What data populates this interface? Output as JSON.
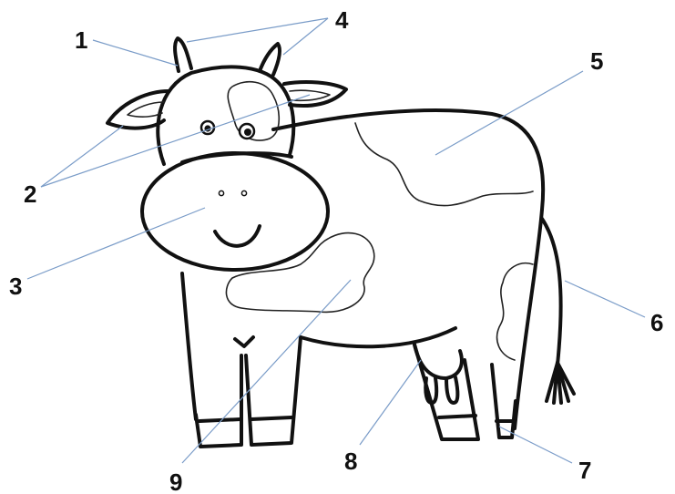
{
  "diagram": {
    "labels": [
      {
        "id": "1",
        "text": "1"
      },
      {
        "id": "2",
        "text": "2"
      },
      {
        "id": "3",
        "text": "3"
      },
      {
        "id": "4",
        "text": "4"
      },
      {
        "id": "5",
        "text": "5"
      },
      {
        "id": "6",
        "text": "6"
      },
      {
        "id": "7",
        "text": "7"
      },
      {
        "id": "8",
        "text": "8"
      },
      {
        "id": "9",
        "text": "9"
      }
    ],
    "colors": {
      "ink": "#111111",
      "leader_line": "#7a9cc8",
      "background": "#ffffff"
    }
  }
}
